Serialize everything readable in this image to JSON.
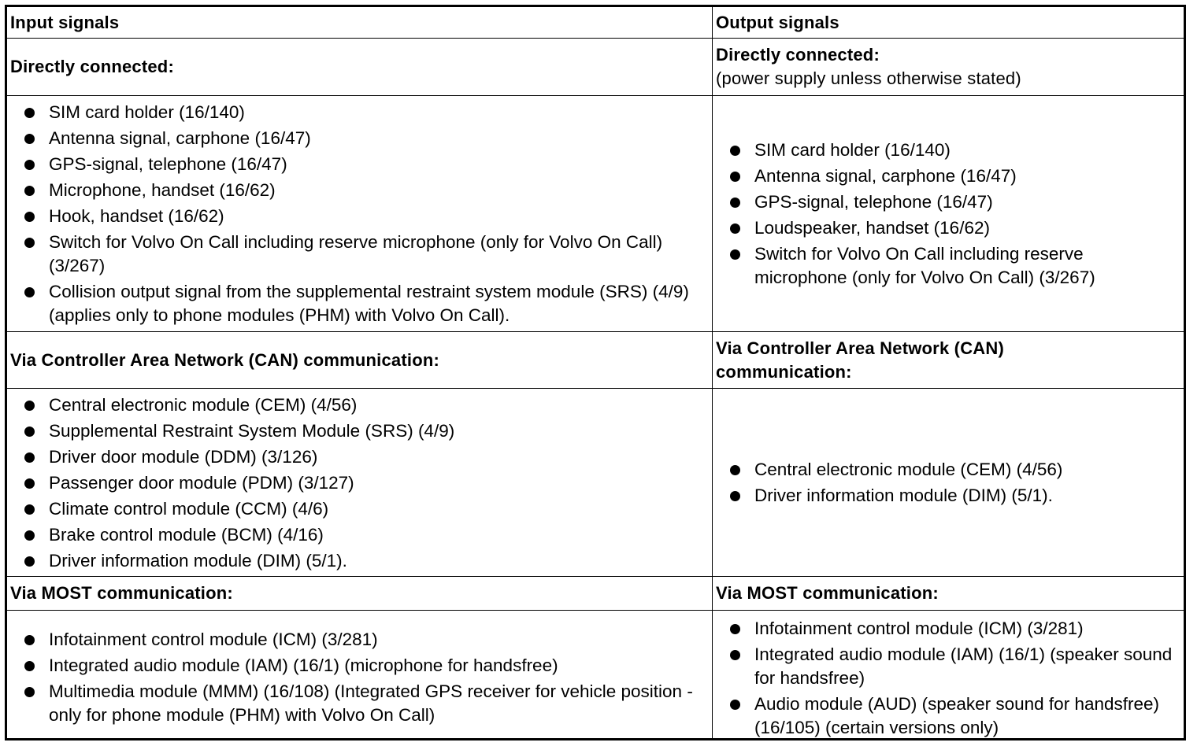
{
  "headers": {
    "input": "Input signals",
    "output": "Output signals"
  },
  "sections": [
    {
      "input_heading": "Directly connected:",
      "output_heading": "Directly connected:",
      "output_subheading": "(power supply unless otherwise stated)",
      "input_items": [
        "SIM card holder (16/140)",
        "Antenna signal, carphone (16/47)",
        "GPS-signal, telephone (16/47)",
        "Microphone, handset (16/62)",
        "Hook, handset (16/62)",
        "Switch for Volvo On Call including reserve microphone (only for Volvo On Call) (3/267)",
        "Collision output signal from the supplemental restraint system module (SRS) (4/9) (applies only to phone modules (PHM) with Volvo On Call)."
      ],
      "output_items": [
        "SIM card holder (16/140)",
        "Antenna signal, carphone (16/47)",
        "GPS-signal, telephone (16/47)",
        "Loudspeaker, handset (16/62)",
        "Switch for Volvo On Call including reserve microphone (only for Volvo On Call) (3/267)"
      ]
    },
    {
      "input_heading": "Via Controller Area Network (CAN) communication:",
      "output_heading": "Via Controller Area Network (CAN) communication:",
      "input_items": [
        "Central electronic module (CEM) (4/56)",
        "Supplemental Restraint System Module (SRS) (4/9)",
        "Driver door module (DDM) (3/126)",
        "Passenger door module (PDM) (3/127)",
        "Climate control module (CCM) (4/6)",
        "Brake control module (BCM) (4/16)",
        "Driver information module (DIM) (5/1)."
      ],
      "output_items": [
        "Central electronic module (CEM) (4/56)",
        "Driver information module (DIM) (5/1)."
      ]
    },
    {
      "input_heading": "Via MOST communication:",
      "output_heading": "Via MOST communication:",
      "input_items": [
        "Infotainment control module (ICM) (3/281)",
        "Integrated audio module (IAM) (16/1) (microphone for handsfree)",
        "Multimedia module (MMM) (16/108) (Integrated GPS receiver for vehicle position - only for phone module (PHM) with Volvo On Call)"
      ],
      "output_items": [
        "Infotainment control module (ICM) (3/281)",
        "Integrated audio module (IAM) (16/1) (speaker sound for handsfree)",
        "Audio module (AUD) (speaker sound for handsfree) (16/105) (certain versions only)"
      ]
    }
  ]
}
